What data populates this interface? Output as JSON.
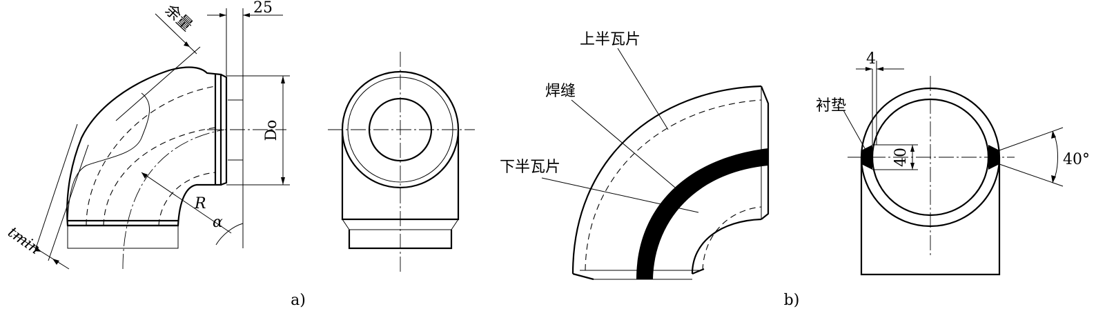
{
  "figure_a": {
    "caption": "a)",
    "label_allowance": "余量",
    "dim_25": "25",
    "label_Do": "Do",
    "label_R": "R",
    "label_alpha": "α",
    "label_tmin": "tmin"
  },
  "figure_b": {
    "caption": "b)",
    "label_upper_half": "上半瓦片",
    "label_weld": "焊缝",
    "label_lower_half": "下半瓦片",
    "label_liner": "衬垫",
    "dim_4": "4",
    "dim_40": "40",
    "dim_40deg": "40°"
  }
}
